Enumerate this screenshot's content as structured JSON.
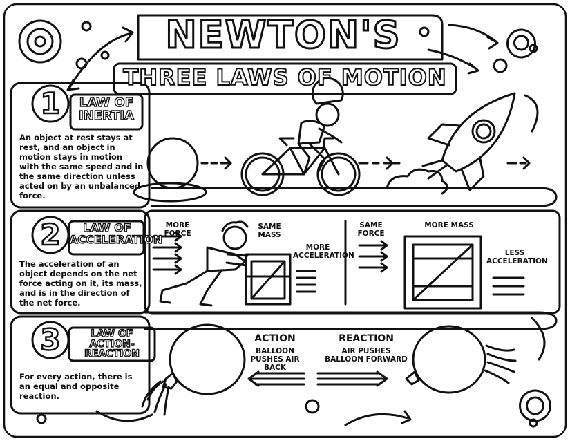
{
  "title": {
    "main": "NEWTON'S",
    "sub": "THREE LAWS OF MOTION"
  },
  "laws": [
    {
      "number": "1",
      "title_line1": "LAW OF",
      "title_line2": "INERTIA",
      "description": "An object at rest stays at rest, and an object in motion stays in motion with the same speed and in the same direction unless acted on by an unbalanced force."
    },
    {
      "number": "2",
      "title_line1": "LAW OF",
      "title_line2": "ACCELERATION",
      "description": "The acceleration of an object depends on the net force acting on it, its mass, and is in the direction of the net force.",
      "labels": {
        "more_force": "MORE FORCE",
        "same_mass": "SAME MASS",
        "more_acceleration": "MORE ACCELERATION",
        "same_force": "SAME FORCE",
        "more_mass": "MORE MASS",
        "less_acceleration": "LESS ACCELERATION"
      }
    },
    {
      "number": "3",
      "title_line1": "LAW OF",
      "title_line2": "ACTION-REACTION",
      "description": "For every action, there is an equal and opposite reaction.",
      "labels": {
        "action": "ACTION",
        "action_text": "BALLOON PUSHES AIR BACK",
        "reaction": "REACTION",
        "reaction_text": "AIR PUSHES BALLOON FORWARD"
      }
    }
  ]
}
